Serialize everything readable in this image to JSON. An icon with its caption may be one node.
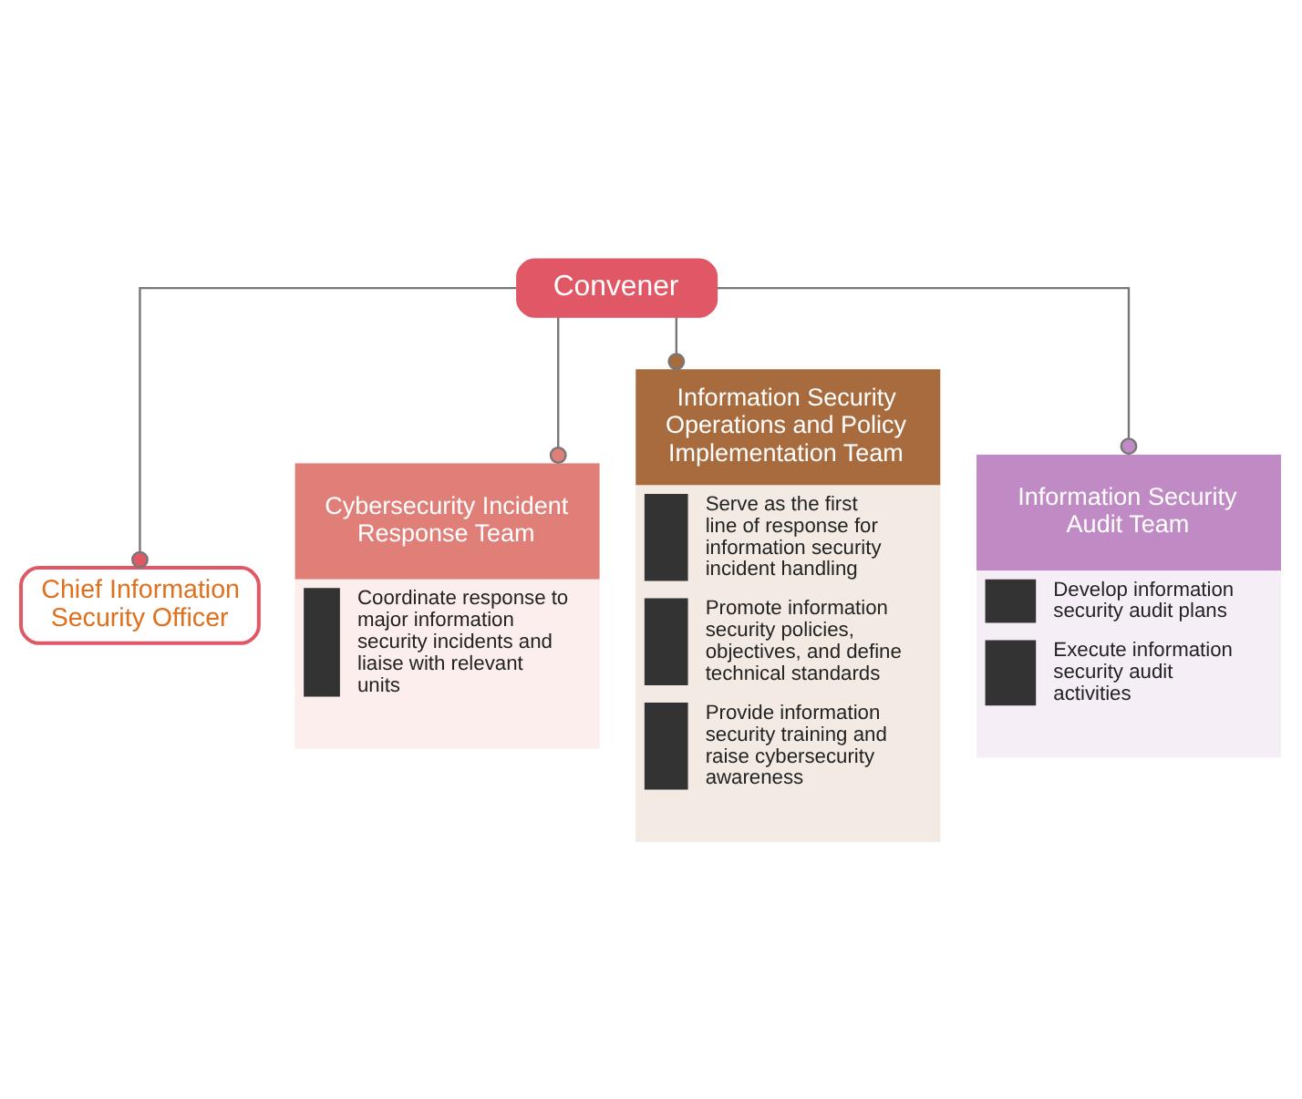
{
  "diagram": {
    "nodes": [
      {
        "text": [
          "Convener"
        ]
      },
      {
        "text": [
          "Chief Information Security Officer"
        ]
      },
      {
        "text": [
          "Cybersecurity Incident Response Team",
          "Coordinate response to major information security incidents and liaise with relevant units"
        ]
      },
      {
        "text": [
          "Information Security Operations and Policy Implementation Team",
          "Serve as the first line of response for information security incident handling",
          "Promote information security policies, objectives, and define technical standards",
          "Provide information security training and raise cybersecurity awareness"
        ]
      },
      {
        "text": [
          "Information Security Audit Team",
          "Develop information security audit plans",
          "Execute information security audit activities"
        ]
      }
    ],
    "edges": [
      {
        "from": 0,
        "to": 1,
        "arrow": "other"
      },
      {
        "from": 0,
        "to": 2,
        "arrow": "other"
      },
      {
        "from": 0,
        "to": 3,
        "arrow": "other"
      },
      {
        "from": 0,
        "to": 4,
        "arrow": "other"
      }
    ]
  }
}
